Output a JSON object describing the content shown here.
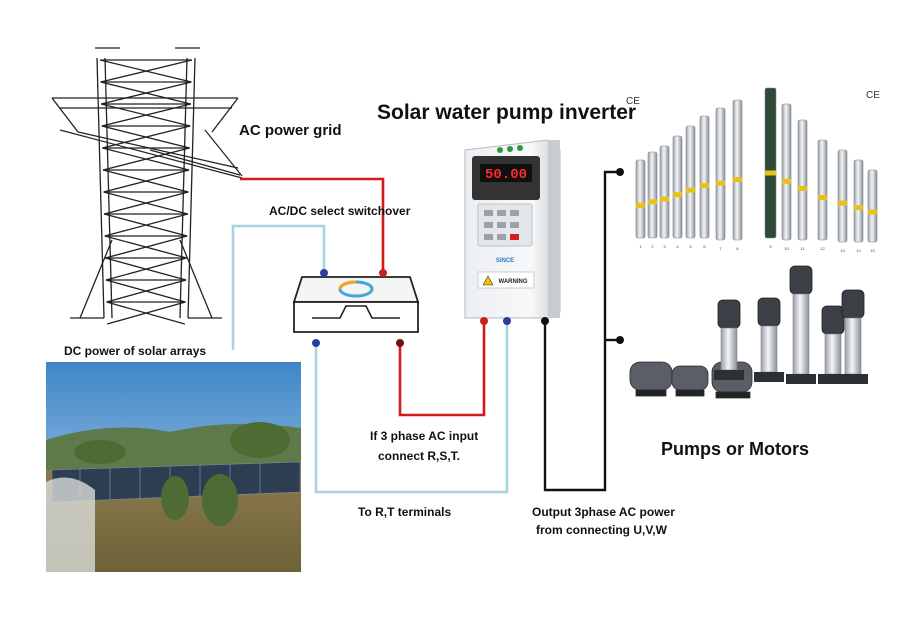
{
  "title": "Solar water pump inverter",
  "labels": {
    "ac_grid": "AC power grid",
    "switchover": "AC/DC select switchover",
    "dc_power": "DC power of solar arrays",
    "ac_input_line1": "If 3 phase AC input",
    "ac_input_line2": "connect R,S,T.",
    "rt_terminals": "To R,T terminals",
    "output_line1": "Output 3phase AC power",
    "output_line2": "from connecting U,V,W",
    "pumps": "Pumps or Motors"
  },
  "inverter": {
    "display": "50.00",
    "brand": "SINCE",
    "warning": "WARNING"
  },
  "pump_marks": [
    "CE",
    "CE"
  ],
  "pump_numbers": [
    "1",
    "2",
    "3",
    "4",
    "5",
    "6",
    "7",
    "8",
    "9",
    "10",
    "11",
    "12",
    "13",
    "14",
    "15"
  ],
  "colors": {
    "red_wire": "#d11a1a",
    "light_blue_wire": "#a8d4e0",
    "black_wire": "#111111",
    "terminal_dot": "#2b3d9e"
  }
}
